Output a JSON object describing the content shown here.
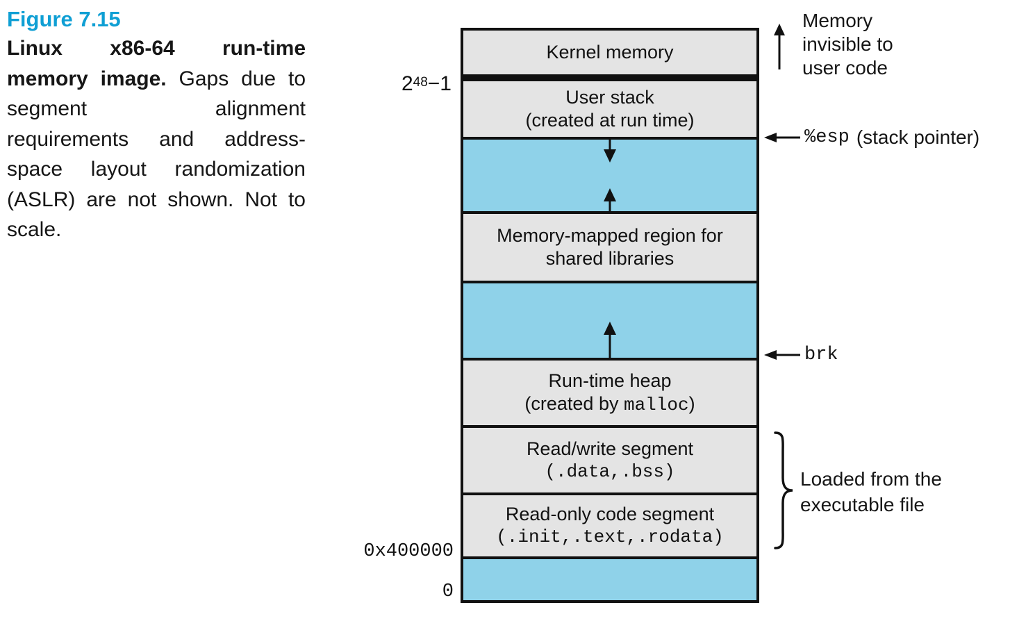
{
  "caption": {
    "figure_label": "Figure 7.15",
    "title_bold": "Linux x86-64 run-time memory image.",
    "body": "Gaps due to segment alignment requirements and address-space layout randomization (ASLR) are not shown. Not to scale."
  },
  "diagram": {
    "blocks": {
      "kernel": {
        "label": "Kernel memory"
      },
      "user_stack": {
        "line1": "User stack",
        "line2": "(created at run time)"
      },
      "mmap": {
        "line1": "Memory-mapped region for",
        "line2": "shared libraries"
      },
      "heap": {
        "line1": "Run-time heap",
        "line2_prefix": "(created by ",
        "line2_mono": "malloc",
        "line2_suffix": ")"
      },
      "rw_segment": {
        "line1": "Read/write segment",
        "line2_mono": "(.data,.bss)"
      },
      "ro_segment": {
        "line1": "Read-only code segment",
        "line2_mono": "(.init,.text,.rodata)"
      }
    },
    "addresses": {
      "top_base": "2",
      "top_exp": "48",
      "top_rest": "−1",
      "code_start": "0x400000",
      "zero": "0"
    },
    "annotations": {
      "memory_invisible": {
        "lines": [
          "Memory",
          "invisible to",
          "user code"
        ]
      },
      "esp": {
        "mono": "%esp",
        "rest": "(stack pointer)"
      },
      "brk": {
        "mono": "brk"
      },
      "loaded": {
        "lines": [
          "Loaded from the",
          "executable file"
        ]
      }
    },
    "colors": {
      "segment_gray": "#e4e4e4",
      "gap_blue": "#8fd2e9",
      "line_black": "#111111",
      "figure_accent": "#0f9fd4"
    }
  }
}
